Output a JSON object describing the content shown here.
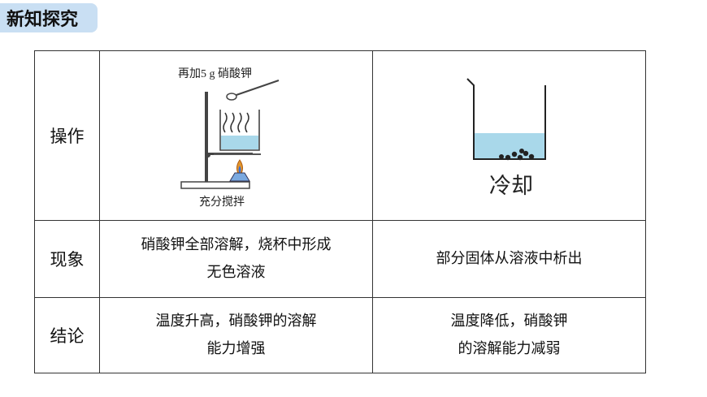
{
  "badge": {
    "title": "新知探究"
  },
  "table": {
    "rows": [
      {
        "label": "操作",
        "left": {
          "caption_top": "再加5 g 硝酸钾",
          "caption_bottom": "充分搅拌"
        },
        "right": {
          "caption": "冷却"
        }
      },
      {
        "label": "现象",
        "left": {
          "line1": "硝酸钾全部溶解，烧杯中形成",
          "line2": "无色溶液"
        },
        "right": {
          "line1": "部分固体从溶液中析出"
        }
      },
      {
        "label": "结论",
        "left": {
          "line1": "温度升高，硝酸钾的溶解",
          "line2": "能力增强"
        },
        "right": {
          "line1": "温度降低，硝酸钾",
          "line2": "的溶解能力减弱"
        }
      }
    ]
  },
  "colors": {
    "badge_bg": "#c9dff3",
    "liquid": "#a9d8ea",
    "border": "#333333"
  },
  "icons": [
    "heating-apparatus-illustration",
    "beaker-illustration"
  ]
}
